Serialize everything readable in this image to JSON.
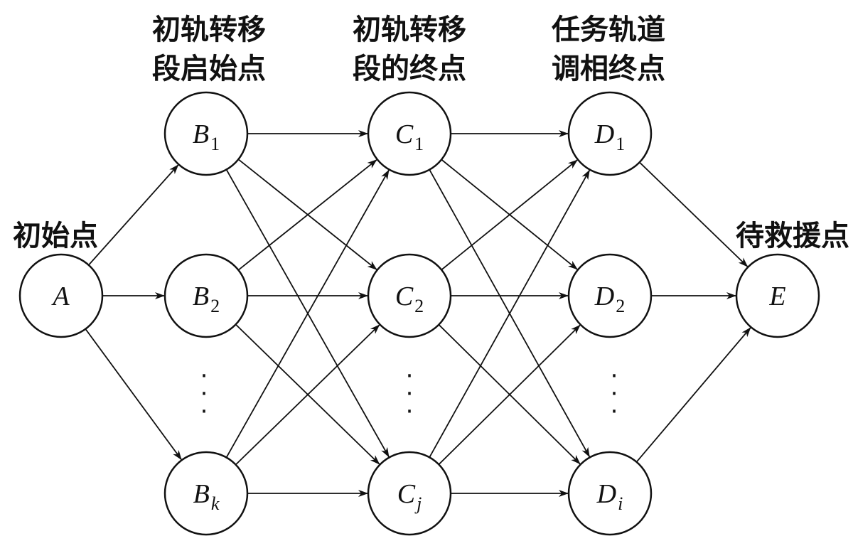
{
  "labels": {
    "start_line1": "初始点",
    "b_line1": "初轨转移",
    "b_line2": "段启始点",
    "c_line1": "初轨转移",
    "c_line2": "段的终点",
    "d_line1": "任务轨道",
    "d_line2": "调相终点",
    "end_line1": "待救援点"
  },
  "nodes": {
    "A": {
      "main": "A",
      "sub": ""
    },
    "B1": {
      "main": "B",
      "sub": "1"
    },
    "B2": {
      "main": "B",
      "sub": "2"
    },
    "Bk": {
      "main": "B",
      "sub": "k"
    },
    "C1": {
      "main": "C",
      "sub": "1"
    },
    "C2": {
      "main": "C",
      "sub": "2"
    },
    "Cj": {
      "main": "C",
      "sub": "j"
    },
    "D1": {
      "main": "D",
      "sub": "1"
    },
    "D2": {
      "main": "D",
      "sub": "2"
    },
    "Di": {
      "main": "D",
      "sub": "i"
    },
    "E": {
      "main": "E",
      "sub": ""
    }
  },
  "ellipsis": "·",
  "edges": [
    [
      "A",
      "B1"
    ],
    [
      "A",
      "B2"
    ],
    [
      "A",
      "Bk"
    ],
    [
      "B1",
      "C1"
    ],
    [
      "B1",
      "C2"
    ],
    [
      "B1",
      "Cj"
    ],
    [
      "B2",
      "C1"
    ],
    [
      "B2",
      "C2"
    ],
    [
      "B2",
      "Cj"
    ],
    [
      "Bk",
      "C1"
    ],
    [
      "Bk",
      "C2"
    ],
    [
      "Bk",
      "Cj"
    ],
    [
      "C1",
      "D1"
    ],
    [
      "C1",
      "D2"
    ],
    [
      "C1",
      "Di"
    ],
    [
      "C2",
      "D1"
    ],
    [
      "C2",
      "D2"
    ],
    [
      "C2",
      "Di"
    ],
    [
      "Cj",
      "D1"
    ],
    [
      "Cj",
      "D2"
    ],
    [
      "Cj",
      "Di"
    ],
    [
      "D1",
      "E"
    ],
    [
      "D2",
      "E"
    ],
    [
      "Di",
      "E"
    ]
  ]
}
